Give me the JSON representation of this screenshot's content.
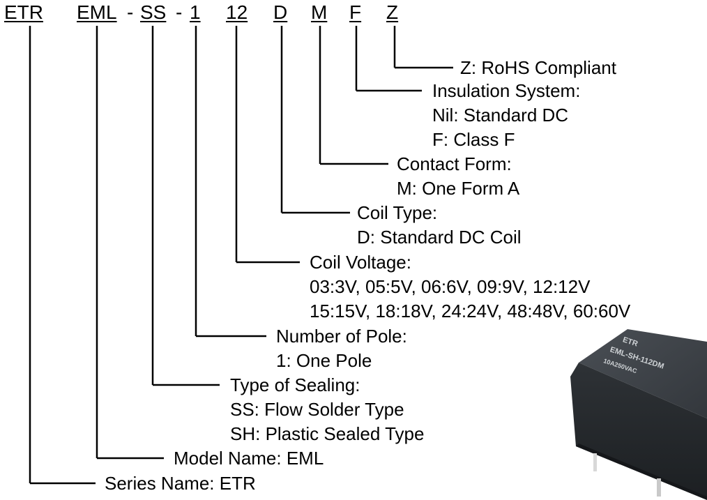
{
  "part_number": {
    "segments": [
      {
        "text": "ETR",
        "code": true
      },
      {
        "text": "EML",
        "code": true
      },
      {
        "text": "-",
        "code": false
      },
      {
        "text": "SS",
        "code": true
      },
      {
        "text": "-",
        "code": false
      },
      {
        "text": "1",
        "code": true
      },
      {
        "text": "12",
        "code": true
      },
      {
        "text": "D",
        "code": true
      },
      {
        "text": "M",
        "code": true
      },
      {
        "text": "F",
        "code": true
      },
      {
        "text": "Z",
        "code": true
      }
    ]
  },
  "fields": [
    {
      "id": "rohs",
      "lines": [
        "Z: RoHS Compliant"
      ]
    },
    {
      "id": "insulation",
      "lines": [
        "Insulation System:",
        "Nil: Standard DC",
        "F: Class F"
      ]
    },
    {
      "id": "contact",
      "lines": [
        "Contact Form:",
        "M: One Form A"
      ]
    },
    {
      "id": "coil-type",
      "lines": [
        "Coil Type:",
        "D: Standard DC Coil"
      ]
    },
    {
      "id": "coil-voltage",
      "lines": [
        "Coil Voltage:",
        "03:3V, 05:5V, 06:6V, 09:9V, 12:12V",
        "15:15V, 18:18V, 24:24V, 48:48V, 60:60V"
      ]
    },
    {
      "id": "poles",
      "lines": [
        "Number of Pole:",
        "1: One Pole"
      ]
    },
    {
      "id": "sealing",
      "lines": [
        "Type of Sealing:",
        "SS: Flow Solder Type",
        "SH: Plastic Sealed Type"
      ]
    },
    {
      "id": "model",
      "lines": [
        "Model Name: EML"
      ]
    },
    {
      "id": "series",
      "lines": [
        "Series Name: ETR"
      ]
    }
  ],
  "relay_image": {
    "markings": [
      "EML-SH-112DM",
      "10A250VAC"
    ],
    "body_color": "#2b2f33"
  }
}
